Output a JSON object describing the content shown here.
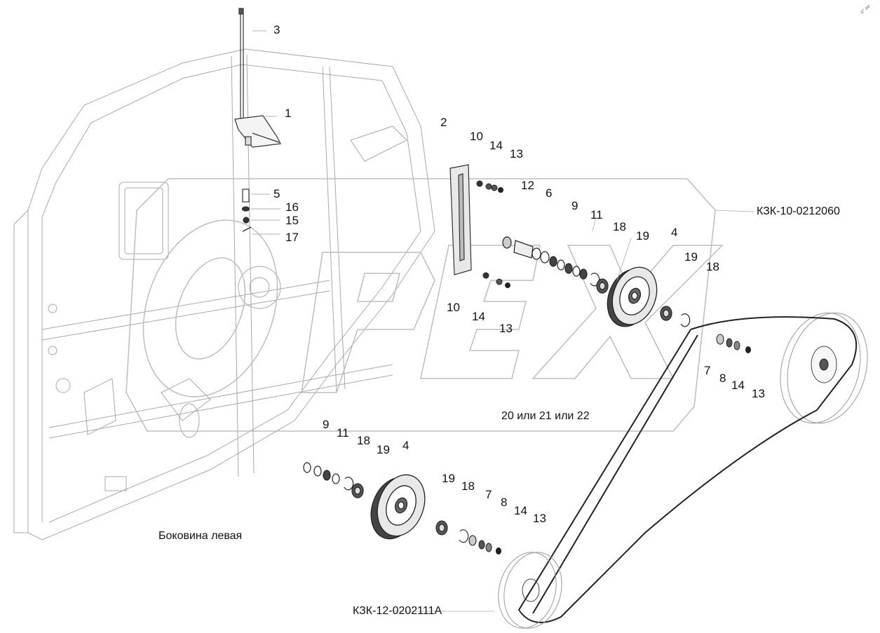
{
  "part_labels": [
    {
      "id": "l3",
      "text": "3"
    },
    {
      "id": "l1",
      "text": "1"
    },
    {
      "id": "l2",
      "text": "2"
    },
    {
      "id": "l10a",
      "text": "10"
    },
    {
      "id": "l14a",
      "text": "14"
    },
    {
      "id": "l13a",
      "text": "13"
    },
    {
      "id": "l12",
      "text": "12"
    },
    {
      "id": "l6",
      "text": "6"
    },
    {
      "id": "l9a",
      "text": "9"
    },
    {
      "id": "l11a",
      "text": "11"
    },
    {
      "id": "l18a",
      "text": "18"
    },
    {
      "id": "l19a",
      "text": "19"
    },
    {
      "id": "l4a",
      "text": "4"
    },
    {
      "id": "l19b",
      "text": "19"
    },
    {
      "id": "l18b",
      "text": "18"
    },
    {
      "id": "l5",
      "text": "5"
    },
    {
      "id": "l16",
      "text": "16"
    },
    {
      "id": "l15",
      "text": "15"
    },
    {
      "id": "l17",
      "text": "17"
    },
    {
      "id": "l10b",
      "text": "10"
    },
    {
      "id": "l14b",
      "text": "14"
    },
    {
      "id": "l13b",
      "text": "13"
    },
    {
      "id": "l7a",
      "text": "7"
    },
    {
      "id": "l8a",
      "text": "8"
    },
    {
      "id": "l14c",
      "text": "14"
    },
    {
      "id": "l13c",
      "text": "13"
    },
    {
      "id": "l9b",
      "text": "9"
    },
    {
      "id": "l11b",
      "text": "11"
    },
    {
      "id": "l18c",
      "text": "18"
    },
    {
      "id": "l19c",
      "text": "19"
    },
    {
      "id": "l4b",
      "text": "4"
    },
    {
      "id": "l19d",
      "text": "19"
    },
    {
      "id": "l18d",
      "text": "18"
    },
    {
      "id": "l7b",
      "text": "7"
    },
    {
      "id": "l8b",
      "text": "8"
    },
    {
      "id": "l14d",
      "text": "14"
    },
    {
      "id": "l13d",
      "text": "13"
    }
  ],
  "captions": {
    "assembly_top": "КЗК-10-0212060",
    "assembly_bottom": "КЗК-12-0202111А",
    "belt_options": "20 или 21 или 22",
    "side_panel": "Боковина левая"
  },
  "watermark": {
    "text": "OPEX",
    "color": "#bdbdbd"
  },
  "corner_mark": "a* ae",
  "colors": {
    "line": "#9a9a9a",
    "dark_line": "#333333",
    "label": "#111111"
  }
}
